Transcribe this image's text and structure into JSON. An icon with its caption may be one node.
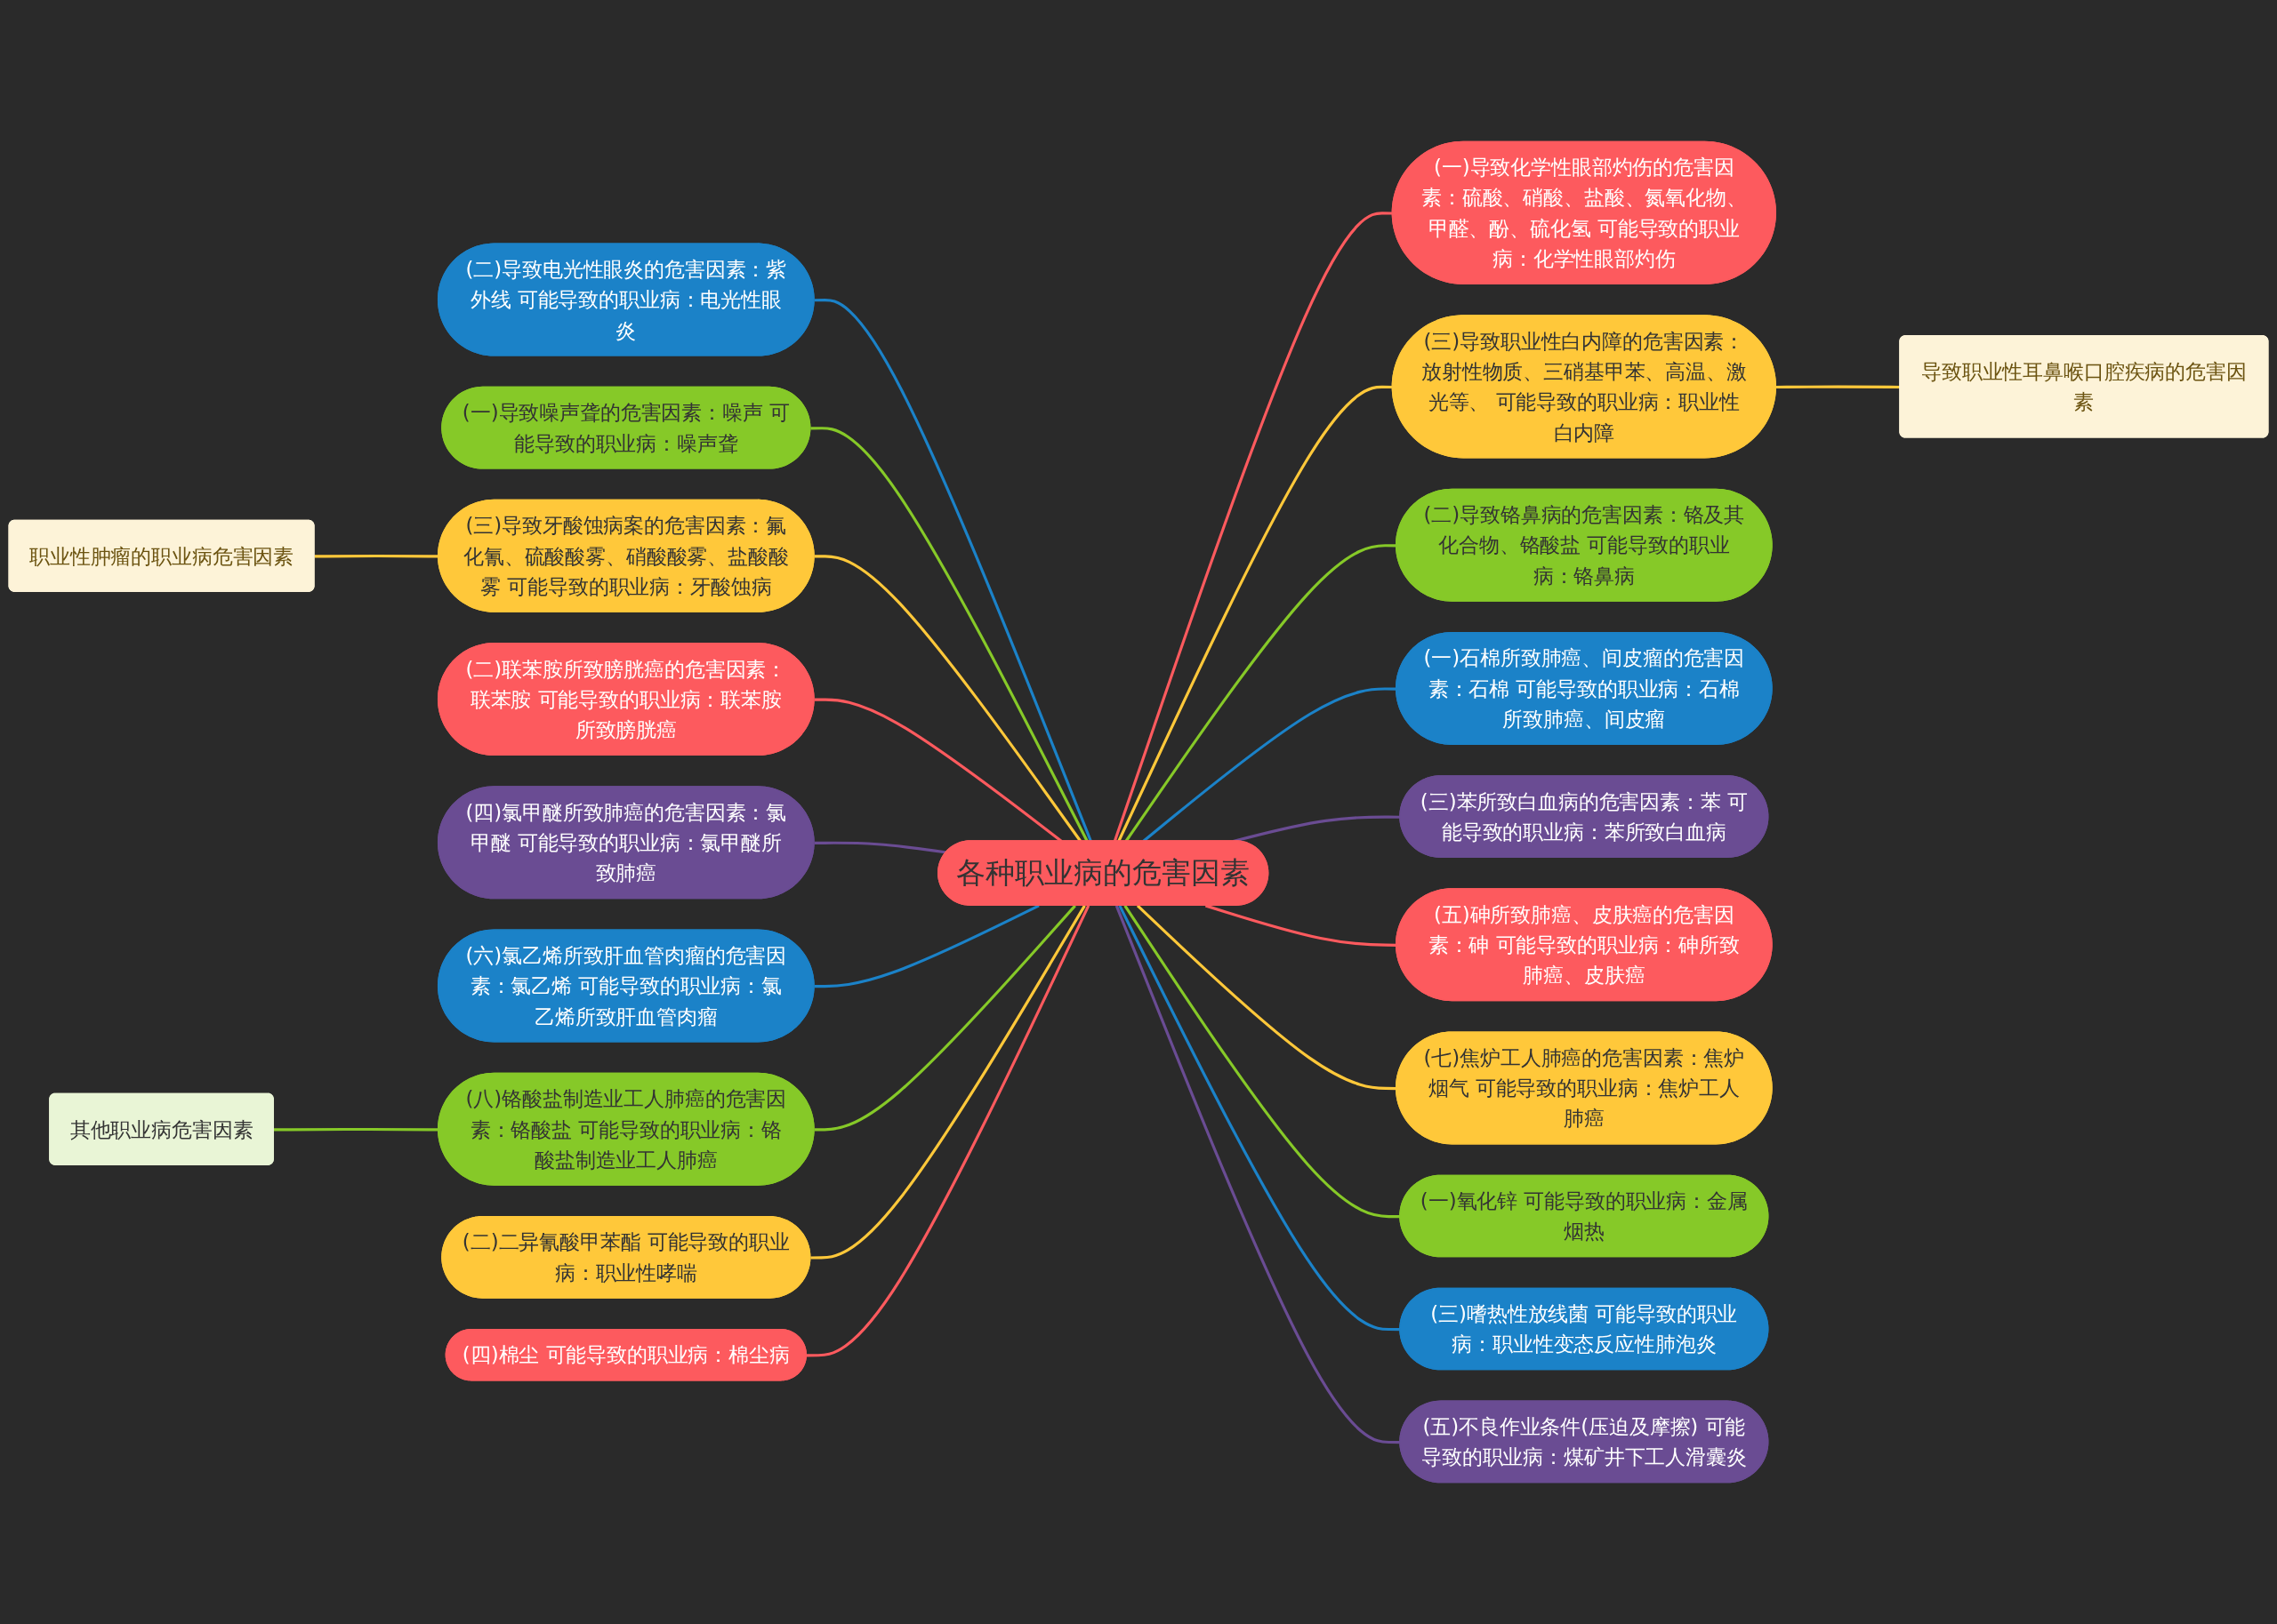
{
  "diagram": {
    "nodes": [
      {
        "text": [
          "各种职业病的危害因素"
        ]
      },
      {
        "text": [
          "(二)导致电光性眼炎的危害因素：紫外线 可能导致的职业病：电光性眼炎"
        ]
      },
      {
        "text": [
          "(一)导致噪声聋的危害因素：噪声 可能导致的职业病：噪声聋"
        ]
      },
      {
        "text": [
          "(三)导致牙酸蚀病案的危害因素：氟化氰、硫酸酸雾、硝酸酸雾、盐酸酸雾 可能导致的职业病：牙酸蚀病"
        ]
      },
      {
        "text": [
          "(二)联苯胺所致膀胱癌的危害因素：联苯胺 可能导致的职业病：联苯胺所致膀胱癌"
        ]
      },
      {
        "text": [
          "(四)氯甲醚所致肺癌的危害因素：氯甲醚 可能导致的职业病：氯甲醚所致肺癌"
        ]
      },
      {
        "text": [
          "(六)氯乙烯所致肝血管肉瘤的危害因素：氯乙烯 可能导致的职业病：氯乙烯所致肝血管肉瘤"
        ]
      },
      {
        "text": [
          "(八)铬酸盐制造业工人肺癌的危害因素：铬酸盐 可能导致的职业病：铬酸盐制造业工人肺癌"
        ]
      },
      {
        "text": [
          "(二)二异氰酸甲苯酯 可能导致的职业病：职业性哮喘"
        ]
      },
      {
        "text": [
          "(四)棉尘 可能导致的职业病：棉尘病"
        ]
      },
      {
        "text": [
          "职业性肿瘤的职业病危害因素"
        ]
      },
      {
        "text": [
          "其他职业病危害因素"
        ]
      },
      {
        "text": [
          "(一)导致化学性眼部灼伤的危害因素：硫酸、硝酸、盐酸、氮氧化物、甲醛、酚、硫化氢 可能导致的职业病：化学性眼部灼伤"
        ]
      },
      {
        "text": [
          "(三)导致职业性白内障的危害因素：放射性物质、三硝基甲苯、高温、激光等、 可能导致的职业病：职业性白内障"
        ]
      },
      {
        "text": [
          "(二)导致铬鼻病的危害因素：铬及其化合物、铬酸盐 可能导致的职业病：铬鼻病"
        ]
      },
      {
        "text": [
          "(一)石棉所致肺癌、间皮瘤的危害因素：石棉 可能导致的职业病：石棉所致肺癌、间皮瘤"
        ]
      },
      {
        "text": [
          "(三)苯所致白血病的危害因素：苯 可能导致的职业病：苯所致白血病"
        ]
      },
      {
        "text": [
          "(五)砷所致肺癌、皮肤癌的危害因素：砷 可能导致的职业病：砷所致肺癌、皮肤癌"
        ]
      },
      {
        "text": [
          "(七)焦炉工人肺癌的危害因素：焦炉烟气 可能导致的职业病：焦炉工人肺癌"
        ]
      },
      {
        "text": [
          "(一)氧化锌 可能导致的职业病：金属烟热"
        ]
      },
      {
        "text": [
          "(三)嗜热性放线菌 可能导致的职业病：职业性变态反应性肺泡炎"
        ]
      },
      {
        "text": [
          "(五)不良作业条件(压迫及摩擦) 可能导致的职业病：煤矿井下工人滑囊炎"
        ]
      },
      {
        "text": [
          "导致职业性耳鼻喉口腔疾病的危害因素"
        ]
      }
    ],
    "edges": [
      {
        "from": 1,
        "to": 0,
        "arrow": "none",
        "color": "#1b82c8"
      },
      {
        "from": 2,
        "to": 0,
        "arrow": "none",
        "color": "#86c928"
      },
      {
        "from": 3,
        "to": 0,
        "arrow": "none",
        "color": "#ffc83a"
      },
      {
        "from": 4,
        "to": 0,
        "arrow": "none",
        "color": "#fd5a5e"
      },
      {
        "from": 5,
        "to": 0,
        "arrow": "none",
        "color": "#6a4c93"
      },
      {
        "from": 6,
        "to": 0,
        "arrow": "none",
        "color": "#1b82c8"
      },
      {
        "from": 7,
        "to": 0,
        "arrow": "none",
        "color": "#86c928"
      },
      {
        "from": 8,
        "to": 0,
        "arrow": "none",
        "color": "#ffc83a"
      },
      {
        "from": 9,
        "to": 0,
        "arrow": "none",
        "color": "#fd5a5e"
      },
      {
        "from": 10,
        "to": 3,
        "arrow": "none",
        "color": "#ffc83a"
      },
      {
        "from": 11,
        "to": 7,
        "arrow": "none",
        "color": "#86c928"
      },
      {
        "from": 0,
        "to": 12,
        "arrow": "none",
        "color": "#fd5a5e"
      },
      {
        "from": 0,
        "to": 13,
        "arrow": "none",
        "color": "#ffc83a"
      },
      {
        "from": 0,
        "to": 14,
        "arrow": "none",
        "color": "#86c928"
      },
      {
        "from": 0,
        "to": 15,
        "arrow": "none",
        "color": "#1b82c8"
      },
      {
        "from": 0,
        "to": 16,
        "arrow": "none",
        "color": "#6a4c93"
      },
      {
        "from": 0,
        "to": 17,
        "arrow": "none",
        "color": "#fd5a5e"
      },
      {
        "from": 0,
        "to": 18,
        "arrow": "none",
        "color": "#ffc83a"
      },
      {
        "from": 0,
        "to": 19,
        "arrow": "none",
        "color": "#86c928"
      },
      {
        "from": 0,
        "to": 20,
        "arrow": "none",
        "color": "#1b82c8"
      },
      {
        "from": 0,
        "to": 21,
        "arrow": "none",
        "color": "#6a4c93"
      },
      {
        "from": 13,
        "to": 22,
        "arrow": "none",
        "color": "#ffc83a"
      }
    ]
  }
}
